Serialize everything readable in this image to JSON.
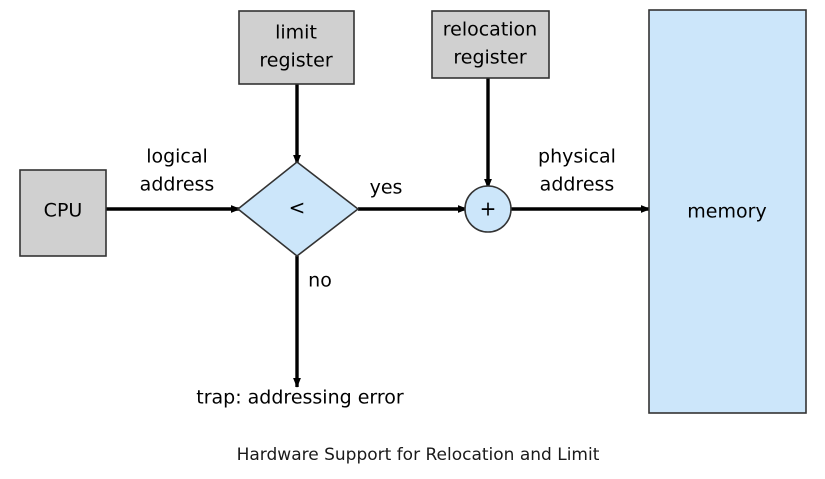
{
  "diagram": {
    "caption": "Hardware Support for Relocation and Limit",
    "colors": {
      "register_fill": "#d0d0d0",
      "decision_fill": "#cce6fa",
      "adder_fill": "#cce6fa",
      "memory_fill": "#cce6fa",
      "stroke": "#333333",
      "line": "#000000",
      "background": "#ffffff"
    },
    "nodes": {
      "cpu": {
        "label": "CPU",
        "shape": "rectangle",
        "fill": "#d0d0d0"
      },
      "limit_register": {
        "label_line1": "limit",
        "label_line2": "register",
        "shape": "rectangle",
        "fill": "#d0d0d0"
      },
      "relocation_register": {
        "label_line1": "relocation",
        "label_line2": "register",
        "shape": "rectangle",
        "fill": "#d0d0d0"
      },
      "compare": {
        "label": "<",
        "shape": "diamond",
        "fill": "#cce6fa"
      },
      "adder": {
        "label": "+",
        "shape": "circle",
        "fill": "#cce6fa"
      },
      "memory": {
        "label": "memory",
        "shape": "rectangle",
        "fill": "#cce6fa"
      }
    },
    "edge_labels": {
      "logical_address_line1": "logical",
      "logical_address_line2": "address",
      "physical_address_line1": "physical",
      "physical_address_line2": "address",
      "yes": "yes",
      "no": "no"
    },
    "terminal": {
      "trap": "trap: addressing error"
    }
  }
}
